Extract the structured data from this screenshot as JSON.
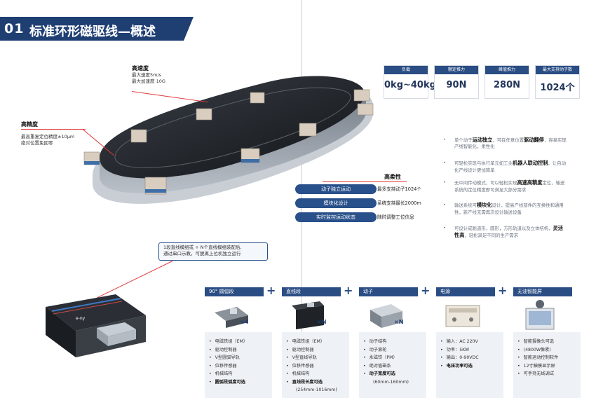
{
  "title": {
    "number": "01",
    "text": "标准环形磁驱线—概述"
  },
  "stats": [
    {
      "label": "负载",
      "value": "0kg~40kg"
    },
    {
      "label": "额定推力",
      "value": "90N"
    },
    {
      "label": "峰值推力",
      "value": "280N"
    },
    {
      "label": "最大支持动子数",
      "value": "1024个"
    }
  ],
  "callouts": {
    "speed": {
      "title": "高速度",
      "lines": [
        "最大速度5m/s",
        "最大加速度 10G"
      ]
    },
    "precision": {
      "title": "高精度",
      "lines": [
        "最高重复定位精度±10μm",
        "绝对位置免回零"
      ]
    },
    "flex": {
      "title": "高柔性"
    },
    "module": {
      "lines": [
        "1段直线模组或 + N个直线模组装配后,",
        "通过串口示教，可脱离上位机独立运行"
      ]
    }
  },
  "features": [
    {
      "label": "动子独立运动",
      "desc": "最多支持动子1024个"
    },
    {
      "label": "模块化设计",
      "desc": "系统支持最长2000m"
    },
    {
      "label": "实时监控运动状态",
      "desc": "随时调整工位信息"
    }
  ],
  "bullets": [
    {
      "pre": "单个动子",
      "bold": "运动独立",
      "post": "，可在任意位置",
      "bold2": "驱动翻停",
      "post2": "，容易实现产线智能化，柔性化"
    },
    {
      "pre": "可轻松实现与执行单元如工业",
      "bold": "机器人联动控制",
      "post": "，让自动化产线设计更加简单",
      "bold2": "",
      "post2": ""
    },
    {
      "pre": "无中间传动模式，可以轻松实现",
      "bold": "高速高精度",
      "post": "定位，输送系统的定位精度即可满足大部分需求",
      "bold2": "",
      "post2": ""
    },
    {
      "pre": "输送系统可",
      "bold": "模块化",
      "post": "设计，提高产线部件的互换性和通用性，新产线无需再次设计输送设备",
      "bold2": "",
      "post2": ""
    },
    {
      "pre": "可设计成跑道形，圆形，方形轨道以及立体结构，",
      "bold": "灵活性高",
      "post": "，轻松满足不同的生产需求",
      "bold2": "",
      "post2": ""
    }
  ],
  "product_logo": "e-ny",
  "components": [
    {
      "head": "90° 圆弧段",
      "qty": "4",
      "items": [
        "电磁铁组（EM）",
        "驱动控制器",
        "V型圆弧导轨",
        "位移传感器",
        "机械结构"
      ],
      "bold_item": "圆弧段弧度可选",
      "extra": ""
    },
    {
      "head": "直线段",
      "qty": "N",
      "items": [
        "电磁铁组（EM）",
        "驱动控制器",
        "V型直线导轨",
        "位移传感器",
        "机械结构"
      ],
      "bold_item": "直线段长度可选",
      "extra": "(254mm-1016mm)"
    },
    {
      "head": "动子",
      "qty": "N",
      "items": [
        "动子结构",
        "动子滚轮",
        "永磁铁（PM）",
        "绝对值磁条"
      ],
      "bold_item": "动子宽度可选",
      "extra": "(60mm-160mm)"
    },
    {
      "head": "电源",
      "qty": "",
      "items": [
        "输入：AC 220V",
        "功率：5KW",
        "输出：0-90VDC"
      ],
      "bold_item": "电压功率可选",
      "extra": ""
    },
    {
      "head": "无油智能屏",
      "qty": "",
      "items": [
        "智能摄像头可选",
        "(4800W像素)",
        "智能运动控制软件",
        "12寸触摸显示屏",
        "可手持无线调试"
      ],
      "bold_item": "",
      "extra": ""
    }
  ],
  "plus_sign": "+",
  "qty_prefix": "×",
  "bullet_dot": "•",
  "colors": {
    "brand": "#1f3f73",
    "accent": "#e03a3a",
    "pill": "#28508a"
  }
}
